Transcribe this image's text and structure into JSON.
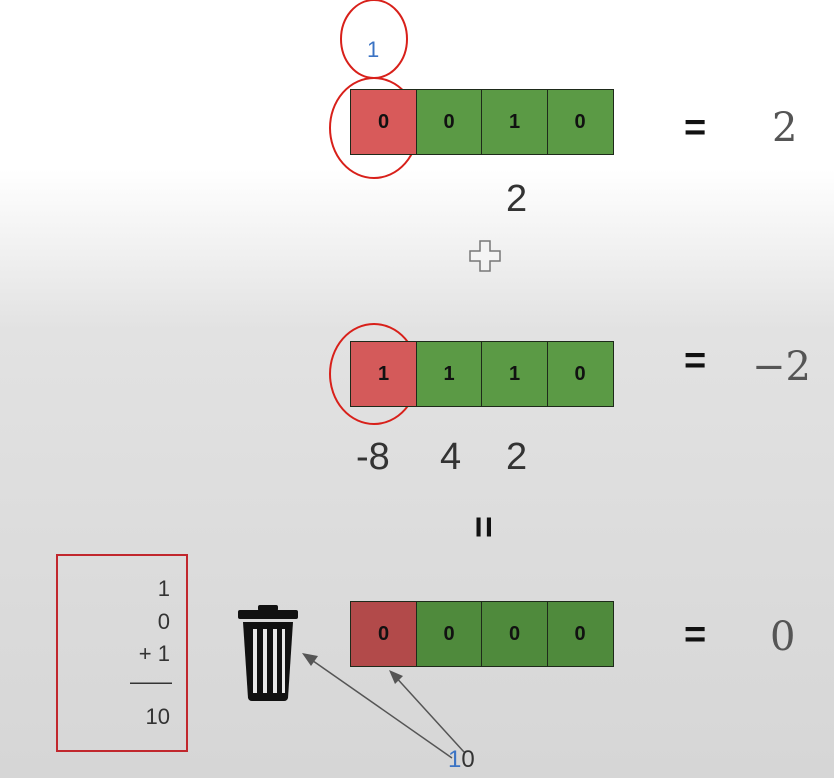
{
  "colors": {
    "sign_bit": "#d85a5a",
    "sign_bit_dark": "#b24a4a",
    "bit": "#5b9a45",
    "bit_dark": "#4f8a3c",
    "highlight_circle": "#d8201a",
    "carry_text": "#3b73c4",
    "note_border": "#c1272d"
  },
  "rows": [
    {
      "bits": [
        "0",
        "0",
        "1",
        "0"
      ],
      "equals": "=",
      "value": "2",
      "weights": [
        "2"
      ]
    },
    {
      "bits": [
        "1",
        "1",
        "1",
        "0"
      ],
      "equals": "=",
      "value": "−2",
      "weights": [
        "-8",
        "4",
        "2"
      ]
    },
    {
      "bits": [
        "0",
        "0",
        "0",
        "0"
      ],
      "equals": "=",
      "value": "0"
    }
  ],
  "carry_top": "1",
  "plus_icon": "plus-icon",
  "equals_operator": "=",
  "trash_icon": "trash-can-icon",
  "note": {
    "lines": [
      "1",
      "0",
      "+ 1",
      "——",
      "10"
    ]
  },
  "overflow_label": {
    "carry": "1",
    "digit": "0"
  }
}
